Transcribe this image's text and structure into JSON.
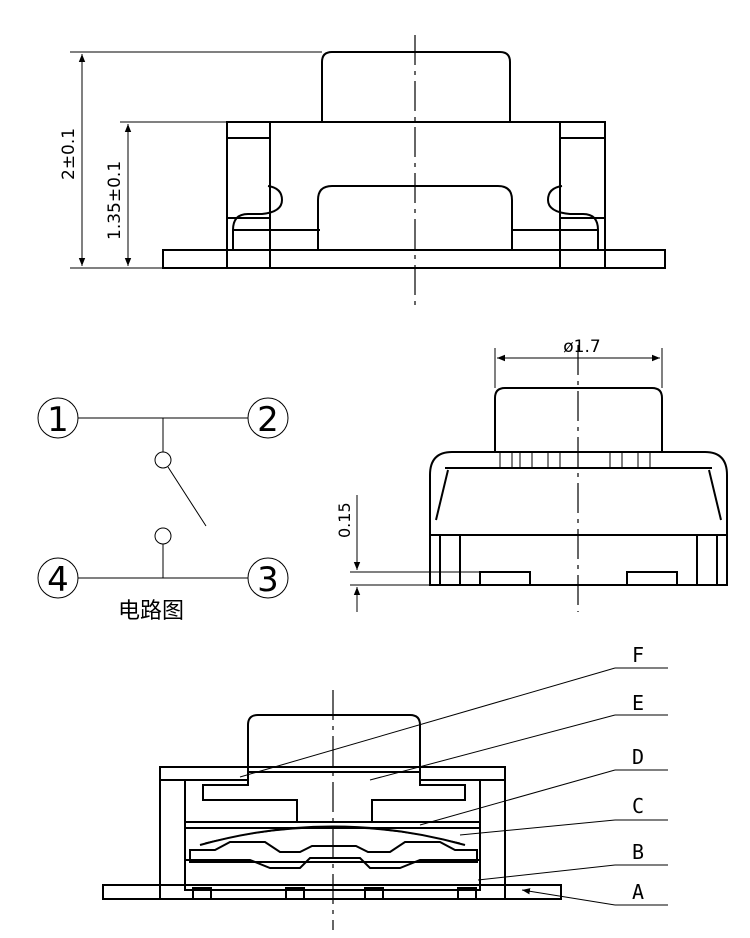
{
  "dimensions": {
    "total_height": "2±0.1",
    "body_height": "1.35±0.1",
    "diameter": "ø1.7",
    "gap": "0.15"
  },
  "circuit": {
    "title": "电路图",
    "pins": [
      "1",
      "2",
      "3",
      "4"
    ]
  },
  "section": {
    "labels": [
      "F",
      "E",
      "D",
      "C",
      "B",
      "A"
    ]
  }
}
